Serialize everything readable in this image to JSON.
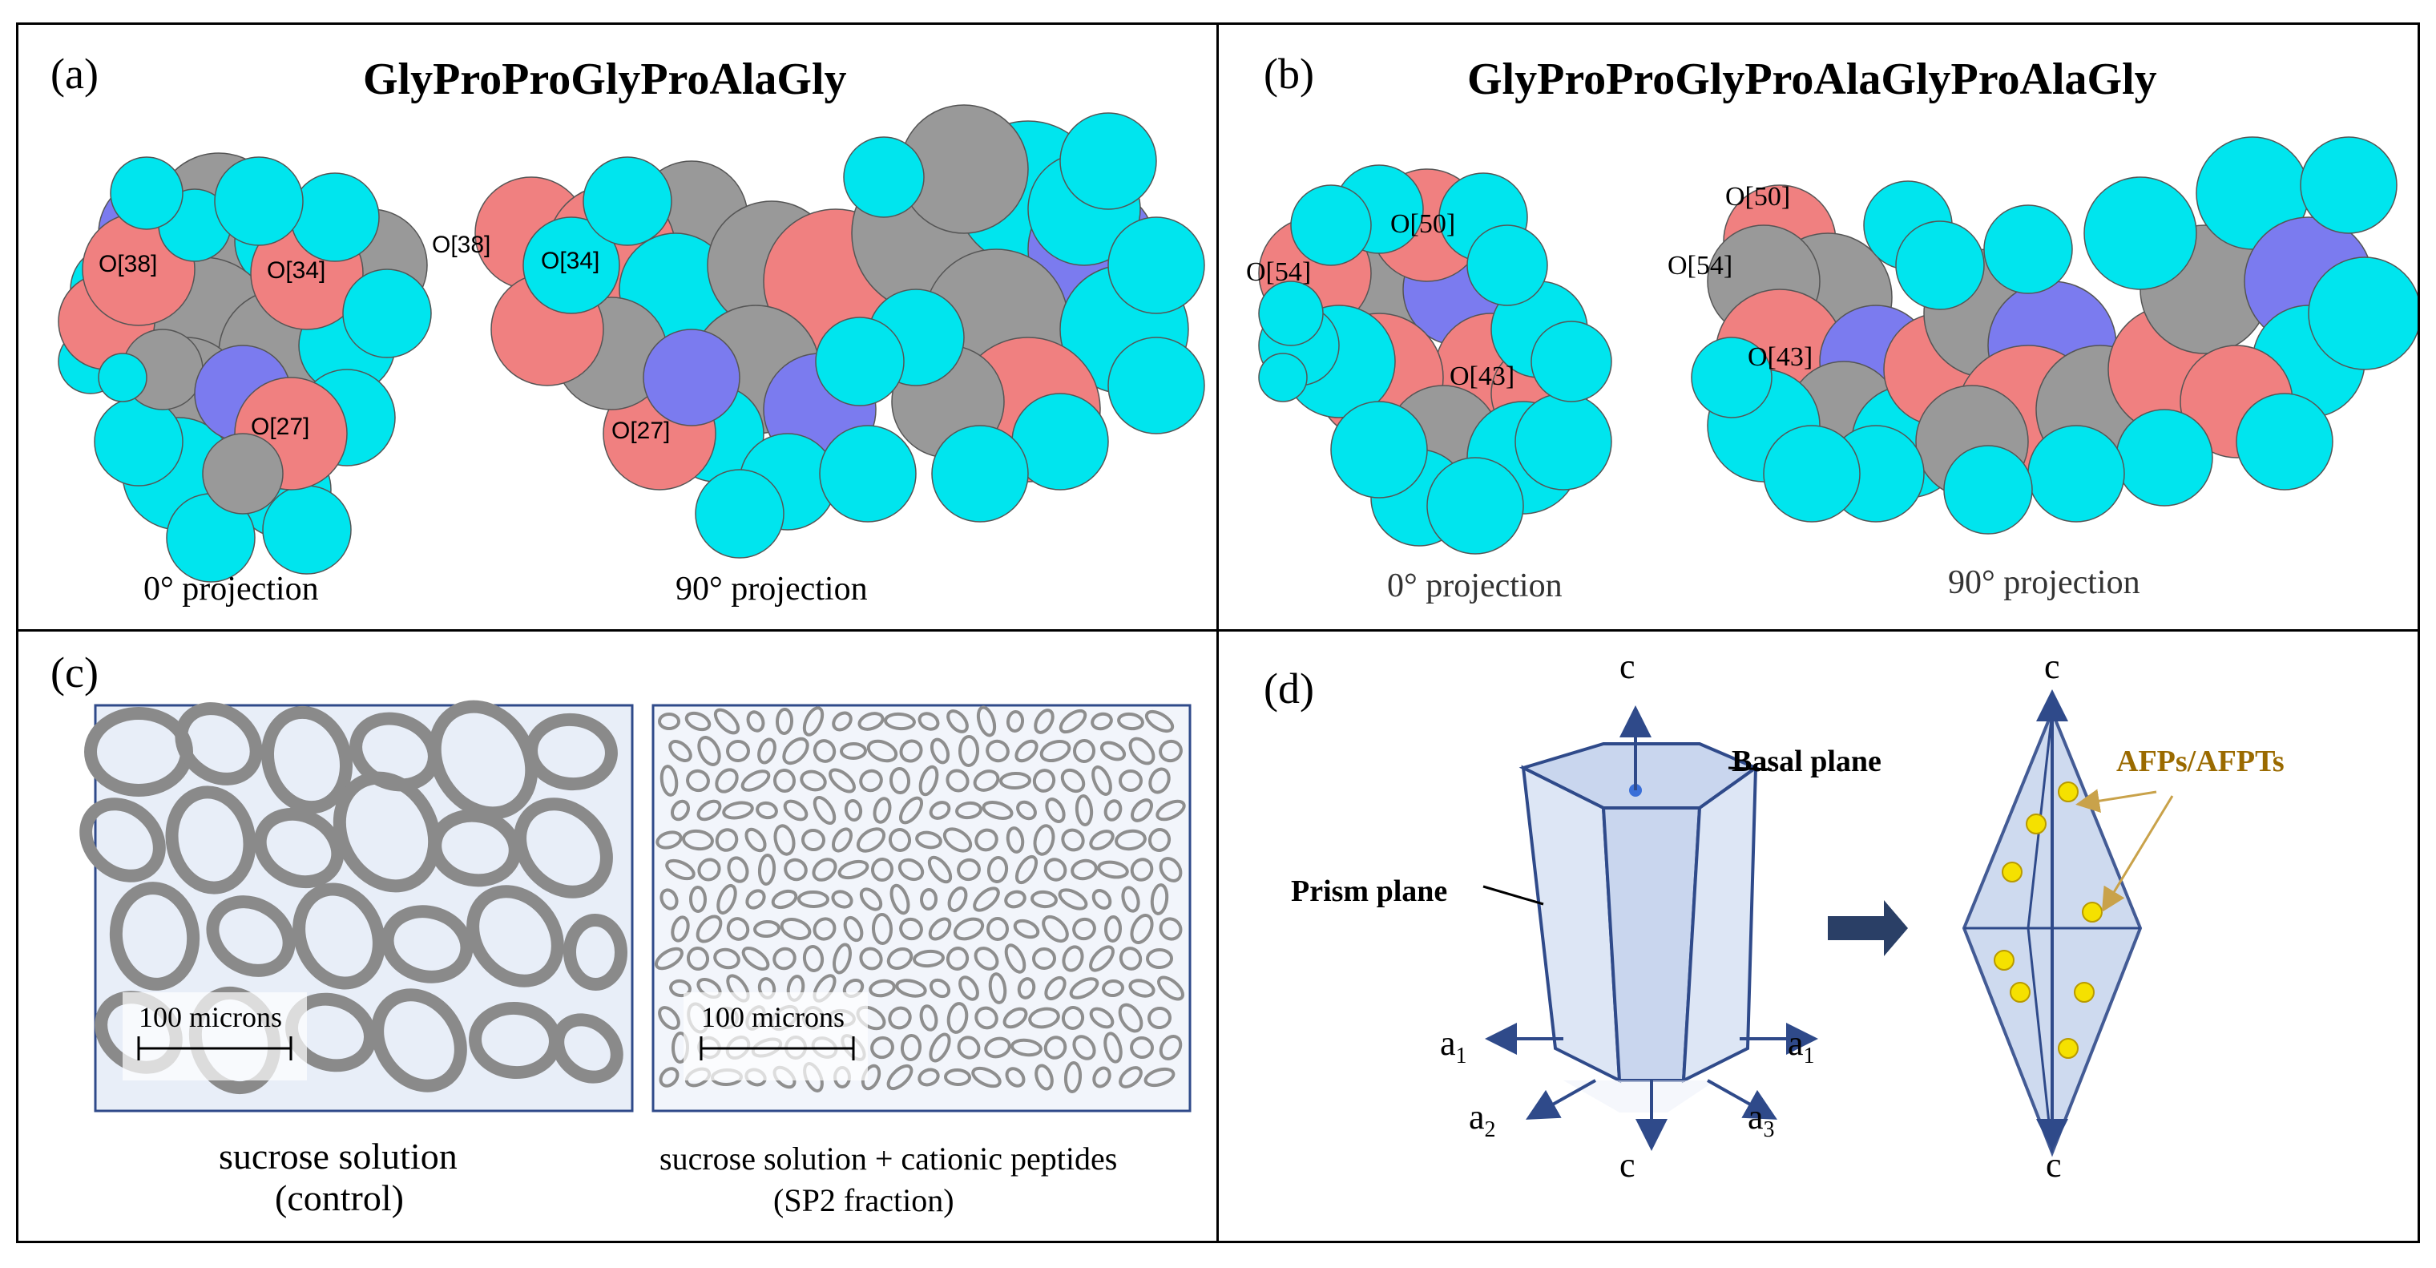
{
  "panel_a": {
    "label": "(a)",
    "title": "GlyProProGlyProAlaGly",
    "atoms_0deg": [
      "O[38]",
      "O[34]",
      "O[27]"
    ],
    "atoms_90deg": [
      "O[38]",
      "O[34]",
      "O[27]"
    ],
    "caption_0deg": "0° projection",
    "caption_90deg": "90° projection"
  },
  "panel_b": {
    "label": "(b)",
    "title": "GlyProProGlyProAlaGlyProAlaGly",
    "atoms_0deg": [
      "O[50]",
      "O[54]",
      "O[43]"
    ],
    "atoms_90deg": [
      "O[50]",
      "O[54]",
      "O[43]"
    ],
    "caption_0deg": "0° projection",
    "caption_90deg": "90° projection"
  },
  "panel_c": {
    "label": "(c)",
    "scale_left": "100 microns",
    "scale_right": "100 microns",
    "caption_left_1": "sucrose solution",
    "caption_left_2": "(control)",
    "caption_right_1": "sucrose solution + cationic peptides",
    "caption_right_2": "(SP2 fraction)"
  },
  "panel_d": {
    "label": "(d)",
    "c_top_left": "c",
    "c_bottom_left": "c",
    "c_top_right": "c",
    "c_bottom_right": "c",
    "basal_plane": "Basal plane",
    "prism_plane": "Prism plane",
    "a1_left": "a",
    "a1_left_sub": "1",
    "a1_right": "a",
    "a1_right_sub": "1",
    "a2": "a",
    "a2_sub": "2",
    "a3": "a",
    "a3_sub": "3",
    "afp_label": "AFPs/AFPTs"
  },
  "colors": {
    "hydrogen": "#00e5ee",
    "oxygen": "#f08080",
    "carbon": "#999999",
    "nitrogen": "#7b7bef",
    "ice_fill": "#c9d6ee",
    "ice_stroke": "#2f4a8a",
    "afp": "#f5e100",
    "afp_label": "#9a6a00",
    "crystal_line": "#8a8a8a",
    "crystal_bg": "#e8eef8"
  }
}
